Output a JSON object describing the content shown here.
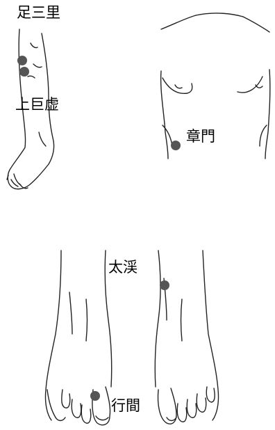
{
  "labels": {
    "zusanli": "足三里",
    "shangjuxu": "上巨虚",
    "zhangmen": "章門",
    "taixi": "太渓",
    "xingjian": "行間"
  },
  "colors": {
    "line": "#222222",
    "point": "#555555",
    "background": "#ffffff",
    "text": "#000000"
  },
  "figures": [
    "leg-outline",
    "torso-outline",
    "left-foot-outline",
    "right-foot-outline"
  ],
  "points": [
    "zusanli-point",
    "shangjuxu-point",
    "zhangmen-point",
    "taixi-point",
    "xingjian-point"
  ]
}
